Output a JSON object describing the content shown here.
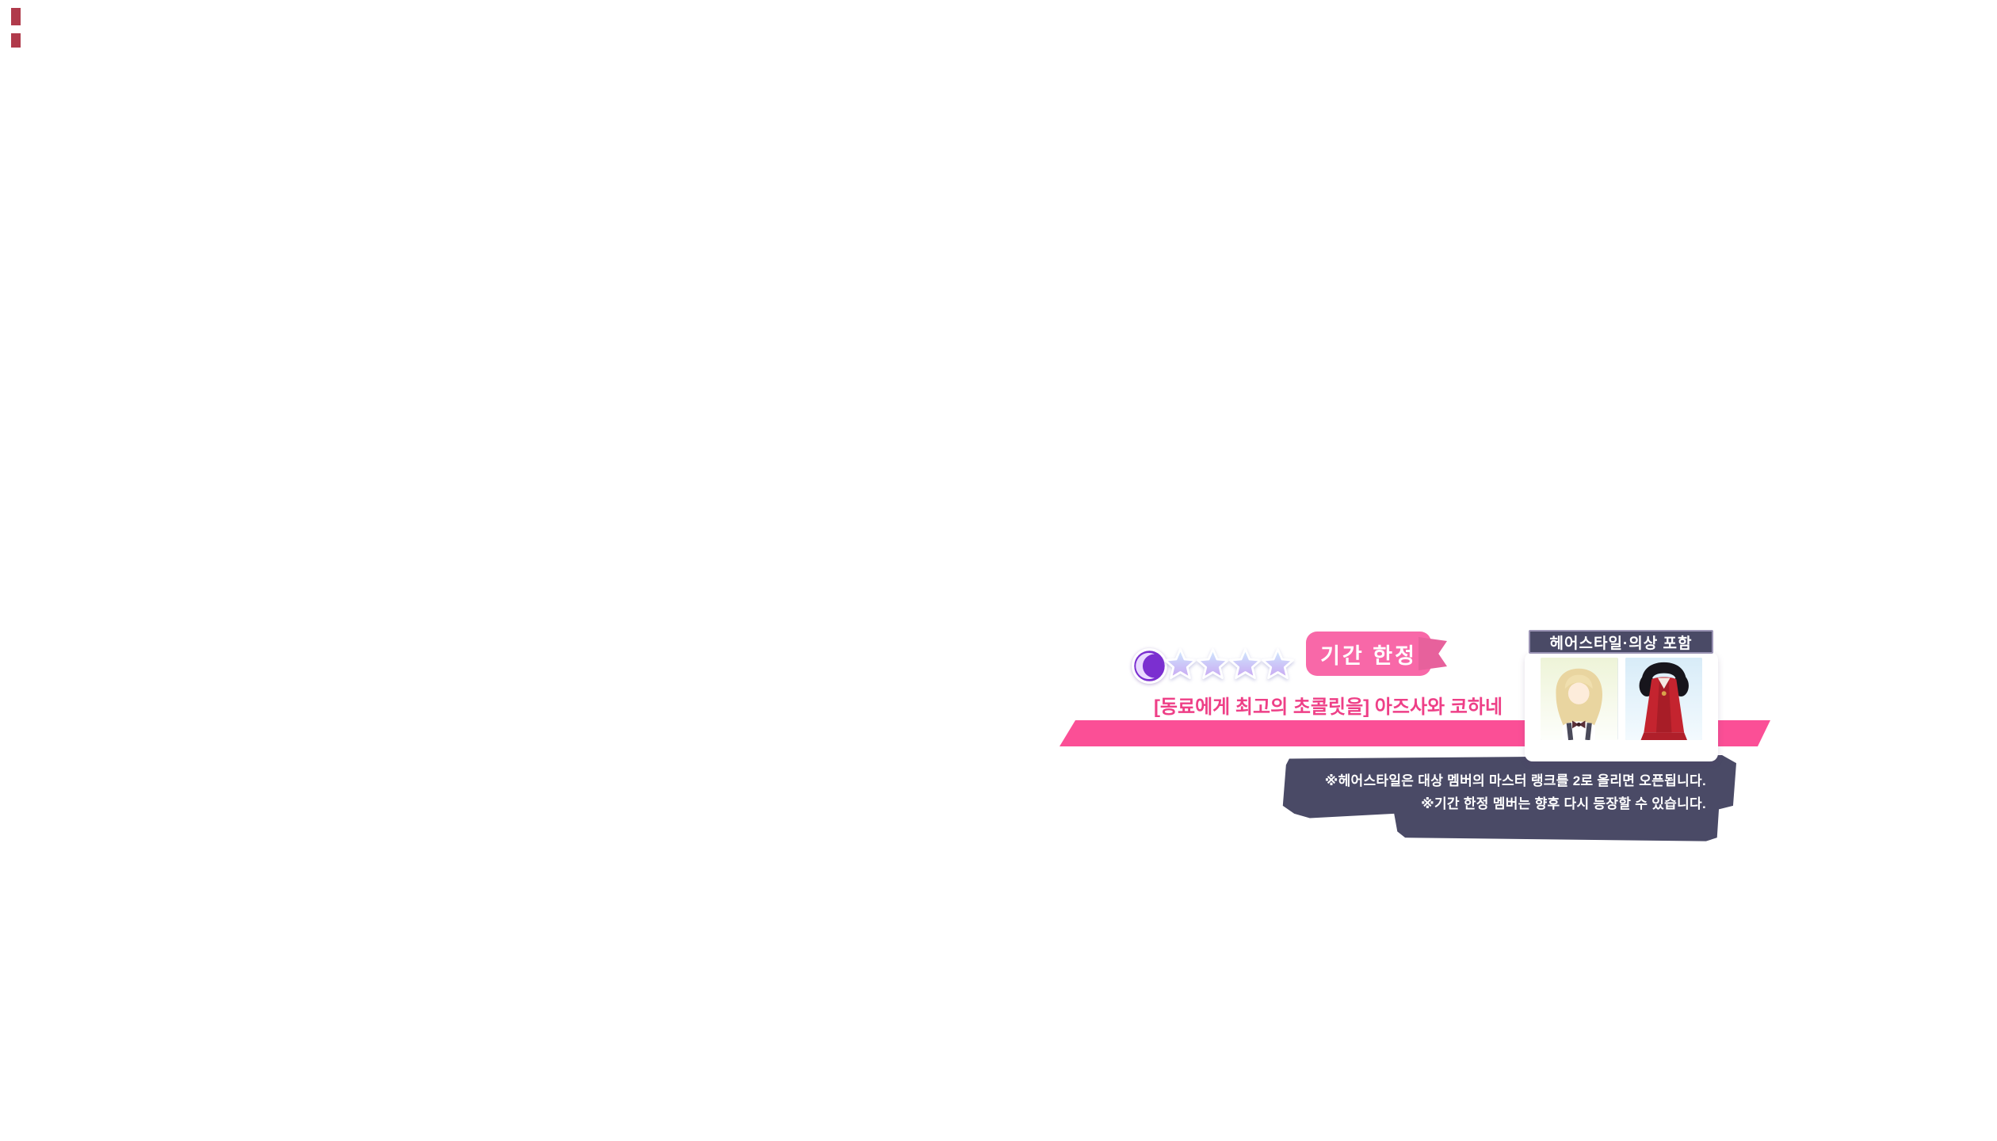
{
  "banner": {
    "attribute_icon": "crescent-moon-icon",
    "rarity_stars": 4,
    "star_icon": "star-icon",
    "limited_badge_label": "기간 한정",
    "title": "[동료에게 최고의 초콜릿을] 아즈사와 코하네",
    "includes_badge_label": "헤어스타일·의상 포함",
    "thumbnails": [
      {
        "name": "hairstyle-preview"
      },
      {
        "name": "outfit-preview"
      }
    ],
    "notice": {
      "lines": [
        "※헤어스타일은 대상 멤버의 마스터 랭크를 2로 올리면 오픈됩니다.",
        "※기간 한정 멤버는 향후 다시 등장할 수 있습니다."
      ]
    },
    "colors": {
      "badge_pink": "#f868a8",
      "ribbon_pink": "#fb4f96",
      "title_pink": "#ee3f87",
      "slate": "#4a4a66",
      "moon_purple": "#7b2fd0",
      "star_blue": "#cfeafe",
      "star_purple": "#c9a7f2"
    }
  }
}
